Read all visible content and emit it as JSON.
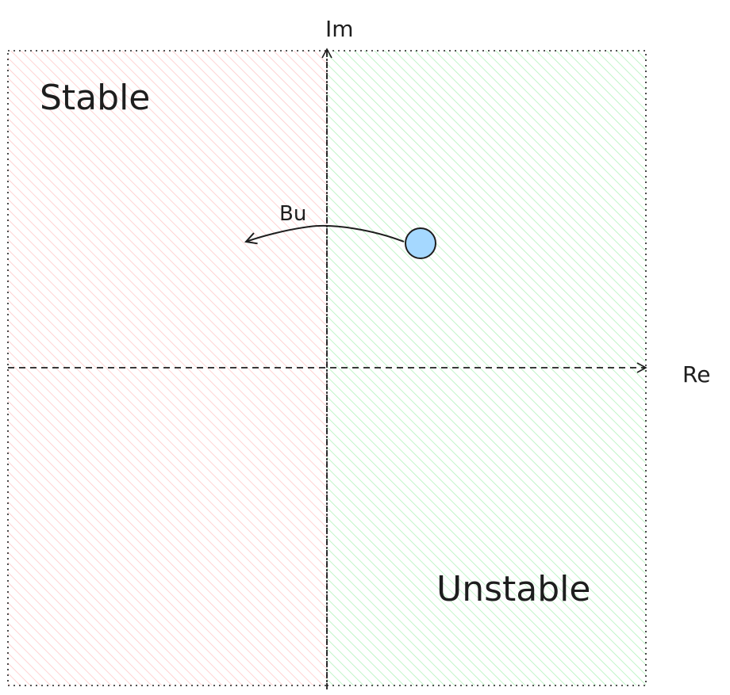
{
  "diagram": {
    "left_region": {
      "label": "Stable",
      "color": "#ffc9c9"
    },
    "right_region": {
      "label": "Unstable",
      "color": "#b2f2bb"
    },
    "axes": {
      "imaginary_label": "Im",
      "real_label": "Re",
      "stroke_color": "#1e1e1e"
    },
    "pole": {
      "fill_color": "#a5d8ff",
      "stroke_color": "#1e1e1e"
    },
    "arrow": {
      "label": "Bu"
    }
  }
}
